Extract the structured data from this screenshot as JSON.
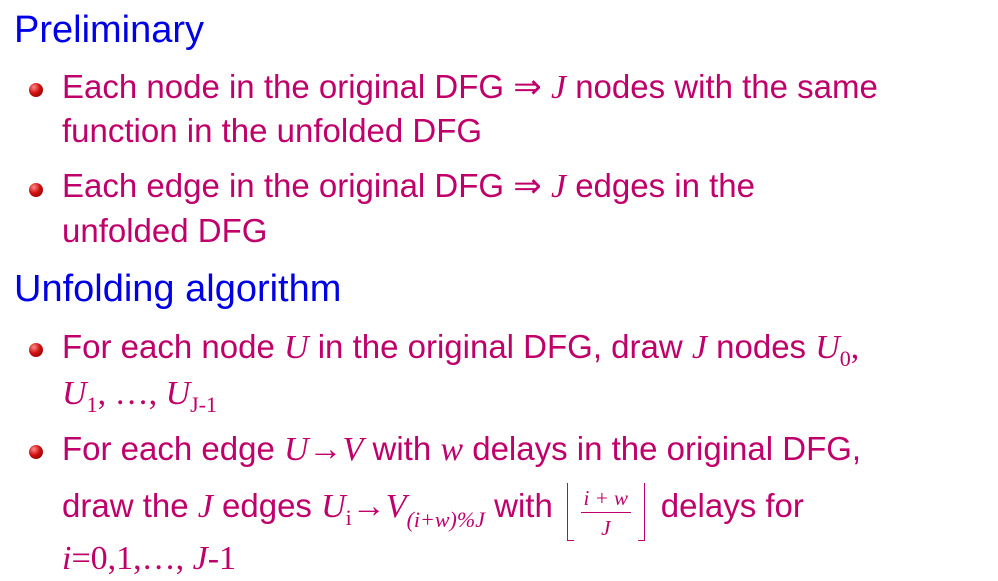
{
  "heading_1": "Preliminary",
  "bullet_1": {
    "line1": {
      "a": "Each node in the original DFG ",
      "arrow": "⇒",
      "var_j": "J",
      "b": " nodes with the same"
    },
    "line2": "function in the unfolded DFG"
  },
  "bullet_2": {
    "line1": {
      "a": "Each edge in the original DFG ",
      "arrow": "⇒",
      "var_j": "J",
      "b": " edges in the"
    },
    "line2": "unfolded DFG"
  },
  "heading_2": "Unfolding algorithm",
  "bullet_3": {
    "line1": {
      "a": "For each node ",
      "var_u": "U",
      "b": " in the original DFG, draw ",
      "var_j": "J",
      "c": " nodes ",
      "u0": "U",
      "u0_sub": "0",
      "comma": ","
    },
    "line2": {
      "u1": "U",
      "u1_sub": "1",
      "dots": ", …, ",
      "uj": "U",
      "uj_sub": "J-1"
    }
  },
  "bullet_4": {
    "line1": {
      "a": "For each edge ",
      "var_u": "U",
      "arrow": "→",
      "var_v": "V",
      "b": " with ",
      "var_w": "w",
      "c": " delays in the original DFG,"
    },
    "line2": {
      "a": "draw the ",
      "var_j": "J",
      "b": " edges ",
      "ui": "U",
      "ui_sub": "i",
      "arrow": "→",
      "v": "V",
      "v_sub": "(i+w)%J",
      "c": " with",
      "floor_num": "i + w",
      "floor_den": "J",
      "d": "delays for"
    },
    "line3": {
      "i": "i",
      "eq": "=0,1,…, ",
      "j": "J",
      "minus": "-1"
    }
  }
}
